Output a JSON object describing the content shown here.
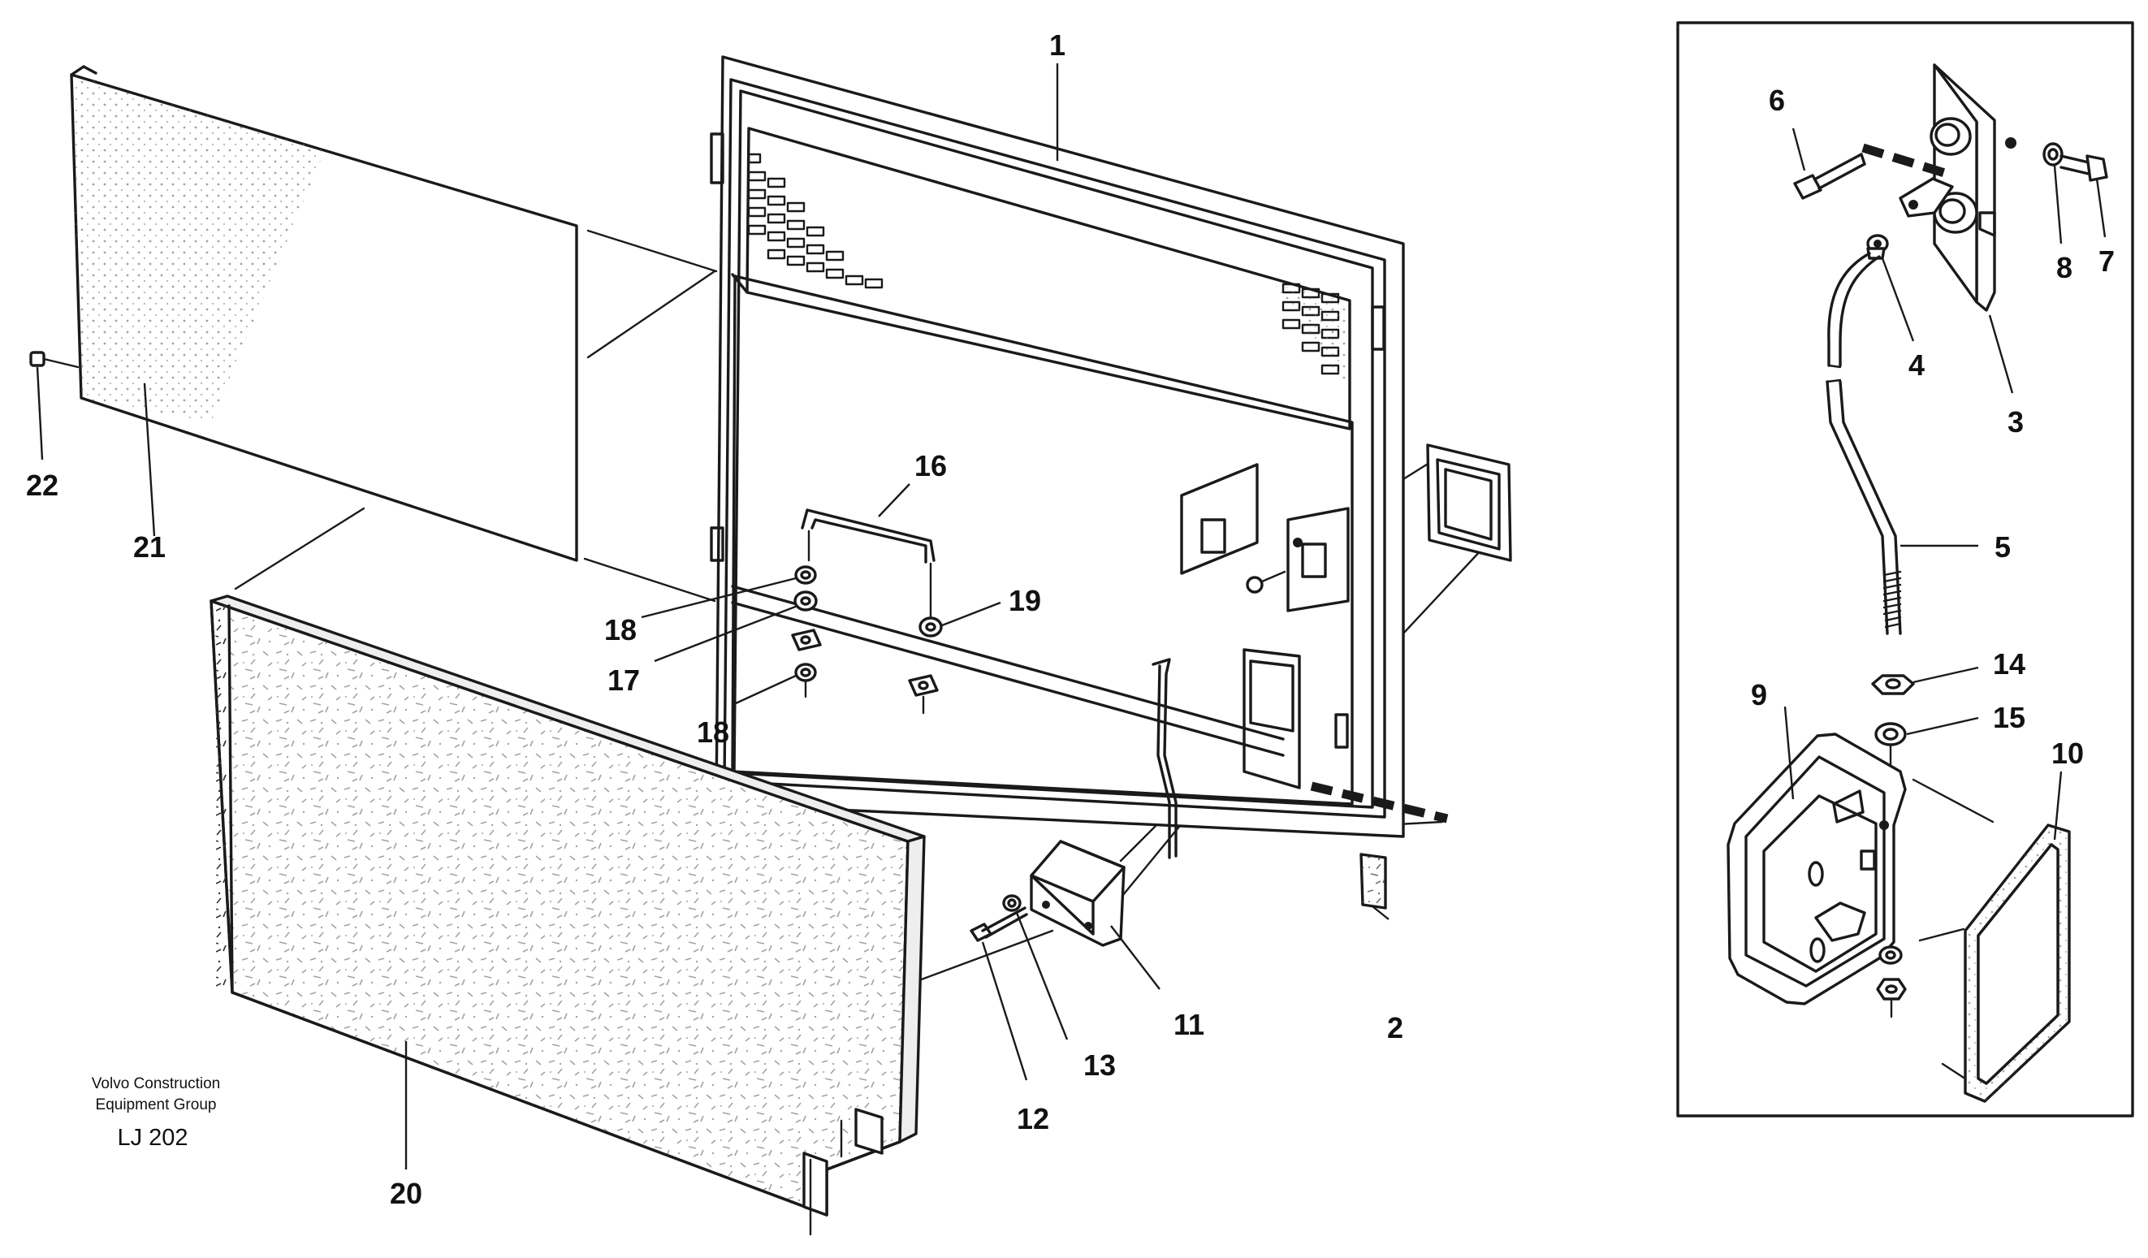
{
  "callouts": [
    {
      "id": "1",
      "text": "1"
    },
    {
      "id": "2",
      "text": "2"
    },
    {
      "id": "3",
      "text": "3"
    },
    {
      "id": "4",
      "text": "4"
    },
    {
      "id": "5",
      "text": "5"
    },
    {
      "id": "6",
      "text": "6"
    },
    {
      "id": "7",
      "text": "7"
    },
    {
      "id": "8",
      "text": "8"
    },
    {
      "id": "9",
      "text": "9"
    },
    {
      "id": "10",
      "text": "10"
    },
    {
      "id": "11",
      "text": "11"
    },
    {
      "id": "12",
      "text": "12"
    },
    {
      "id": "13",
      "text": "13"
    },
    {
      "id": "14",
      "text": "14"
    },
    {
      "id": "15",
      "text": "15"
    },
    {
      "id": "16",
      "text": "16"
    },
    {
      "id": "17",
      "text": "17"
    },
    {
      "id": "18a",
      "text": "18"
    },
    {
      "id": "18b",
      "text": "18"
    },
    {
      "id": "19",
      "text": "19"
    },
    {
      "id": "20",
      "text": "20"
    },
    {
      "id": "21",
      "text": "21"
    },
    {
      "id": "22",
      "text": "22"
    }
  ],
  "footer": {
    "brand_line1": "Volvo Construction",
    "brand_line2": "Equipment Group",
    "drawing_code": "LJ 202"
  },
  "colors": {
    "line": "#1a1a1a",
    "background": "#ffffff"
  }
}
